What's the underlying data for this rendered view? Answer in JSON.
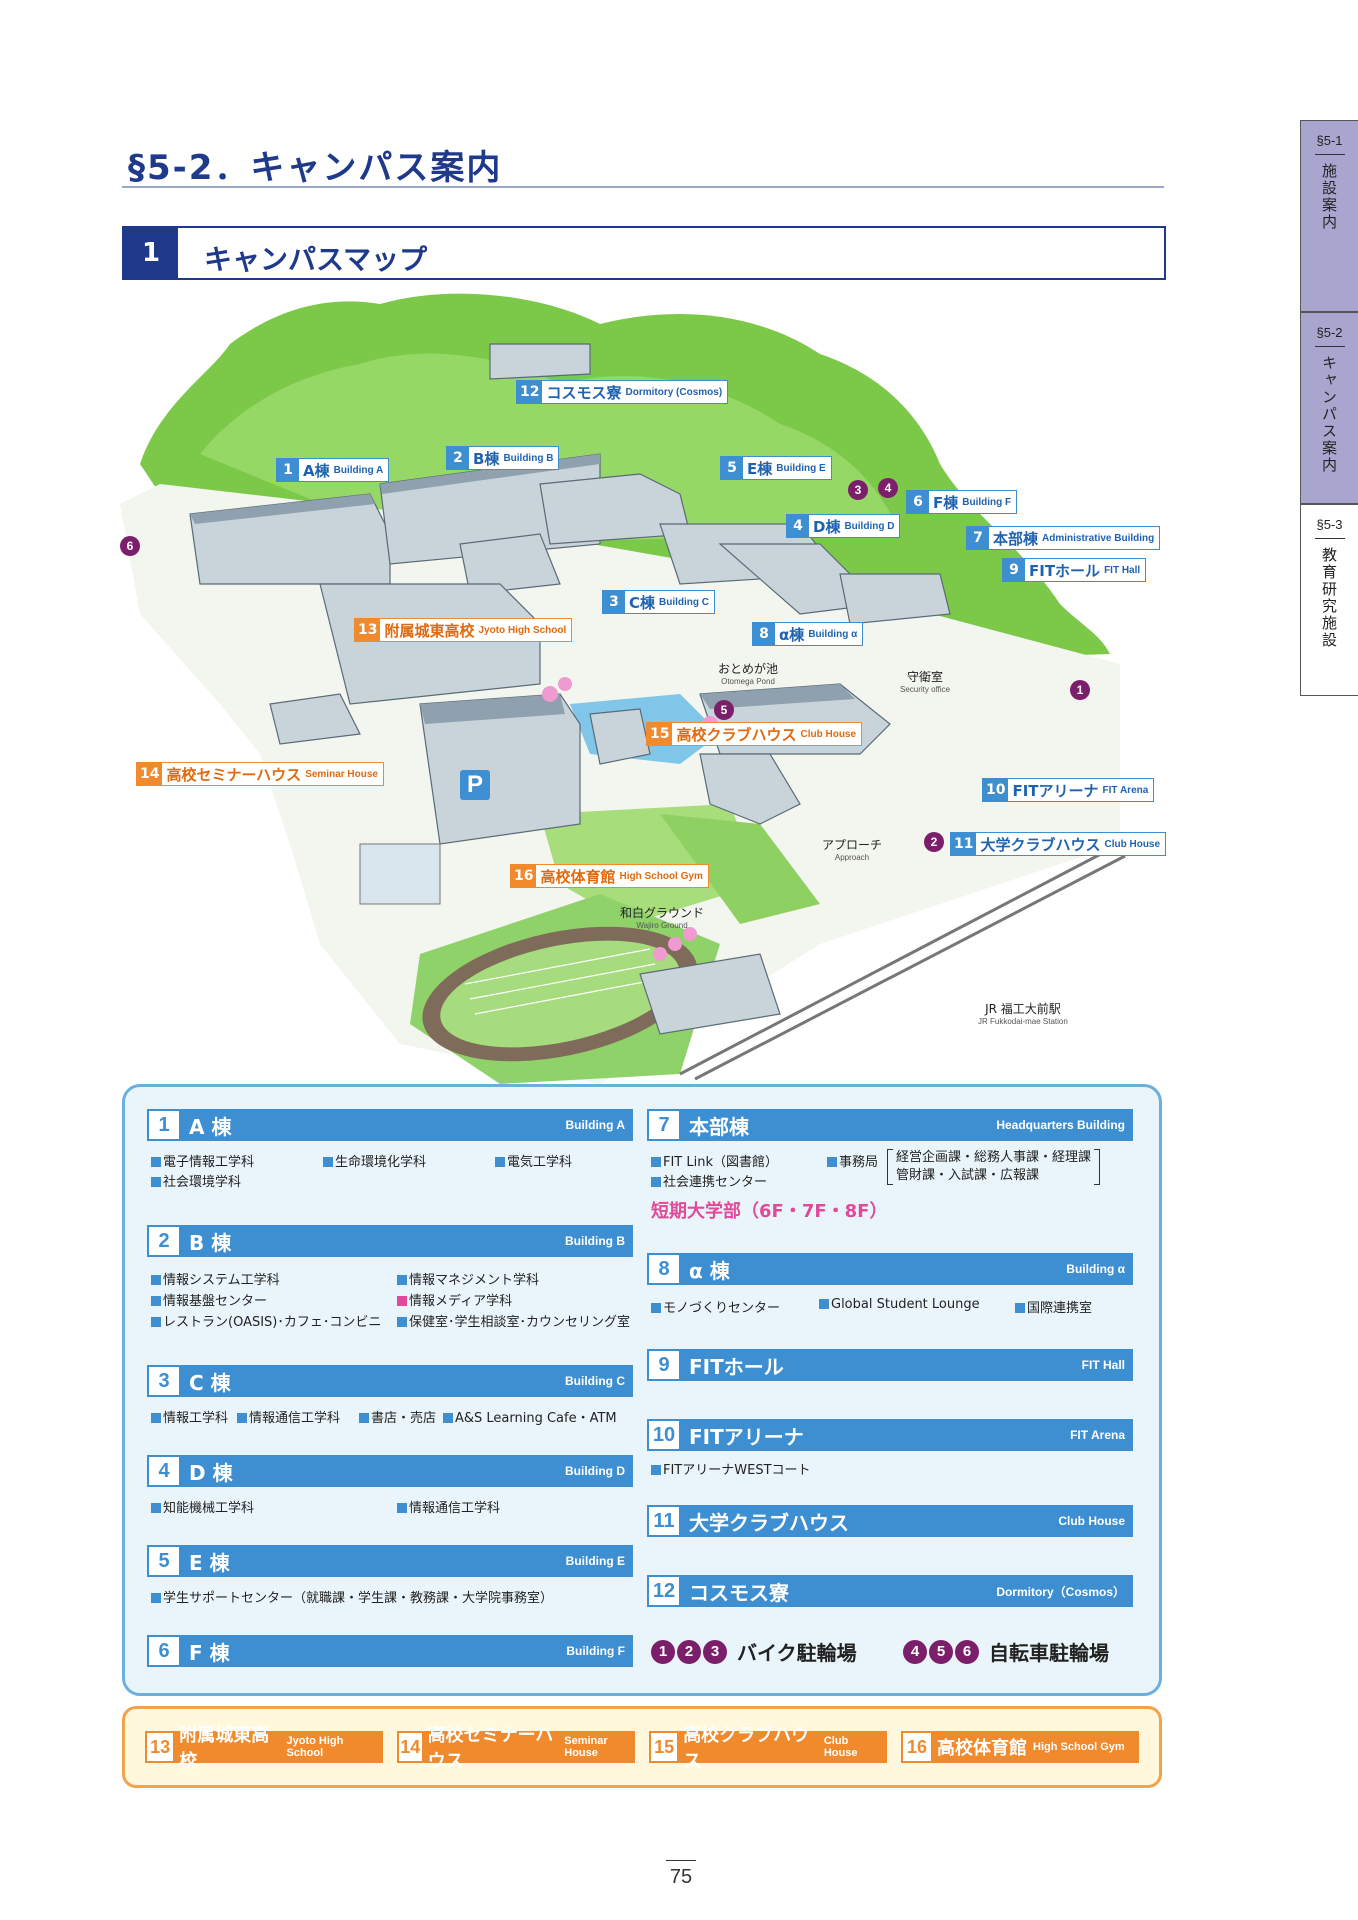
{
  "header": {
    "title": "§5-2．キャンパス案内",
    "sub_num": "1",
    "sub_title": "キャンパスマップ"
  },
  "side_tabs": [
    {
      "code": "§5-1",
      "label": "施設案内"
    },
    {
      "code": "§5-2",
      "label": "キャンパス案内"
    },
    {
      "code": "§5-3",
      "label": "教育研究施設"
    }
  ],
  "map_labels": {
    "a": {
      "n": "1",
      "jp": "A棟",
      "en": "Building A"
    },
    "b": {
      "n": "2",
      "jp": "B棟",
      "en": "Building B"
    },
    "c": {
      "n": "3",
      "jp": "C棟",
      "en": "Building C"
    },
    "d": {
      "n": "4",
      "jp": "D棟",
      "en": "Building D"
    },
    "e": {
      "n": "5",
      "jp": "E棟",
      "en": "Building E"
    },
    "f": {
      "n": "6",
      "jp": "F棟",
      "en": "Building F"
    },
    "hq": {
      "n": "7",
      "jp": "本部棟",
      "en": "Administrative Building"
    },
    "alpha": {
      "n": "8",
      "jp": "α棟",
      "en": "Building α"
    },
    "hall": {
      "n": "9",
      "jp": "FITホール",
      "en": "FIT Hall"
    },
    "arena": {
      "n": "10",
      "jp": "FITアリーナ",
      "en": "FIT Arena"
    },
    "club": {
      "n": "11",
      "jp": "大学クラブハウス",
      "en": "Club House"
    },
    "cosmos": {
      "n": "12",
      "jp": "コスモス寮",
      "en": "Dormitory (Cosmos)"
    },
    "jyoto": {
      "n": "13",
      "jp": "附属城東高校",
      "en": "Jyoto High School"
    },
    "seminar": {
      "n": "14",
      "jp": "高校セミナーハウス",
      "en": "Seminar House"
    },
    "hsclub": {
      "n": "15",
      "jp": "高校クラブハウス",
      "en": "Club House"
    },
    "gym": {
      "n": "16",
      "jp": "高校体育館",
      "en": "High School Gym"
    }
  },
  "map_places": {
    "pond": {
      "jp": "おとめが池",
      "en": "Otomega Pond"
    },
    "security": {
      "jp": "守衛室",
      "en": "Security office"
    },
    "approach": {
      "jp": "アプローチ",
      "en": "Approach"
    },
    "ground": {
      "jp": "和白グラウンド",
      "en": "Wajiro Ground"
    },
    "station": {
      "jp": "JR 福工大前駅",
      "en": "JR Fukkodai-mae Station"
    },
    "parking": "P"
  },
  "map_markers": [
    "1",
    "2",
    "3",
    "4",
    "5",
    "6"
  ],
  "legend": {
    "a": {
      "n": "1",
      "jp": "A 棟",
      "en": "Building A",
      "items": [
        "電子情報工学科",
        "生命環境化学科",
        "電気工学科",
        "社会環境学科"
      ]
    },
    "b": {
      "n": "2",
      "jp": "B 棟",
      "en": "Building B",
      "items": [
        "情報システム工学科",
        "情報マネジメント学科",
        "情報基盤センター",
        "情報メディア学科",
        "レストラン(OASIS)･カフェ･コンビニ",
        "保健室･学生相談室･カウンセリング室"
      ]
    },
    "c": {
      "n": "3",
      "jp": "C 棟",
      "en": "Building C",
      "items": [
        "情報工学科",
        "情報通信工学科",
        "書店・売店",
        "A&S Learning Cafe・ATM"
      ]
    },
    "d": {
      "n": "4",
      "jp": "D 棟",
      "en": "Building D",
      "items": [
        "知能機械工学科",
        "情報通信工学科"
      ]
    },
    "e": {
      "n": "5",
      "jp": "E 棟",
      "en": "Building E",
      "items": [
        "学生サポートセンター（就職課・学生課・教務課・大学院事務室）"
      ]
    },
    "f": {
      "n": "6",
      "jp": "F 棟",
      "en": "Building F"
    },
    "hq": {
      "n": "7",
      "jp": "本部棟",
      "en": "Headquarters Building",
      "items": [
        "FIT Link（図書館）",
        "事務局",
        "社会連携センター"
      ],
      "bracket": [
        "経営企画課・総務人事課・経理課",
        "管財課・入試課・広報課"
      ],
      "jc": "短期大学部（6F・7F・8F）"
    },
    "alpha": {
      "n": "8",
      "jp": "α 棟",
      "en": "Building α",
      "items": [
        "モノづくりセンター",
        "Global Student Lounge",
        "国際連携室"
      ]
    },
    "hall": {
      "n": "9",
      "jp": "FITホール",
      "en": "FIT Hall"
    },
    "arena": {
      "n": "10",
      "jp": "FITアリーナ",
      "en": "FIT Arena",
      "items": [
        "FITアリーナWESTコート"
      ]
    },
    "club": {
      "n": "11",
      "jp": "大学クラブハウス",
      "en": "Club House"
    },
    "cosmos": {
      "n": "12",
      "jp": "コスモス寮",
      "en": "Dormitory（Cosmos）"
    },
    "bike": {
      "nums": [
        "1",
        "2",
        "3"
      ],
      "label": "バイク駐輪場"
    },
    "bicycle": {
      "nums": [
        "4",
        "5",
        "6"
      ],
      "label": "自転車駐輪場"
    }
  },
  "highschool": [
    {
      "n": "13",
      "jp": "附属城東高校",
      "en": "Jyoto High School"
    },
    {
      "n": "14",
      "jp": "高校セミナーハウス",
      "en": "Seminar House"
    },
    {
      "n": "15",
      "jp": "高校クラブハウス",
      "en": "Club House"
    },
    {
      "n": "16",
      "jp": "高校体育館",
      "en": "High School Gym"
    }
  ],
  "page_number": "75",
  "colors": {
    "navy": "#1f3a8a",
    "blue": "#3d8fd1",
    "orange": "#f08a2c",
    "pink": "#e04a9a",
    "plum": "#7b1f6a",
    "green": "#8cd15a"
  }
}
